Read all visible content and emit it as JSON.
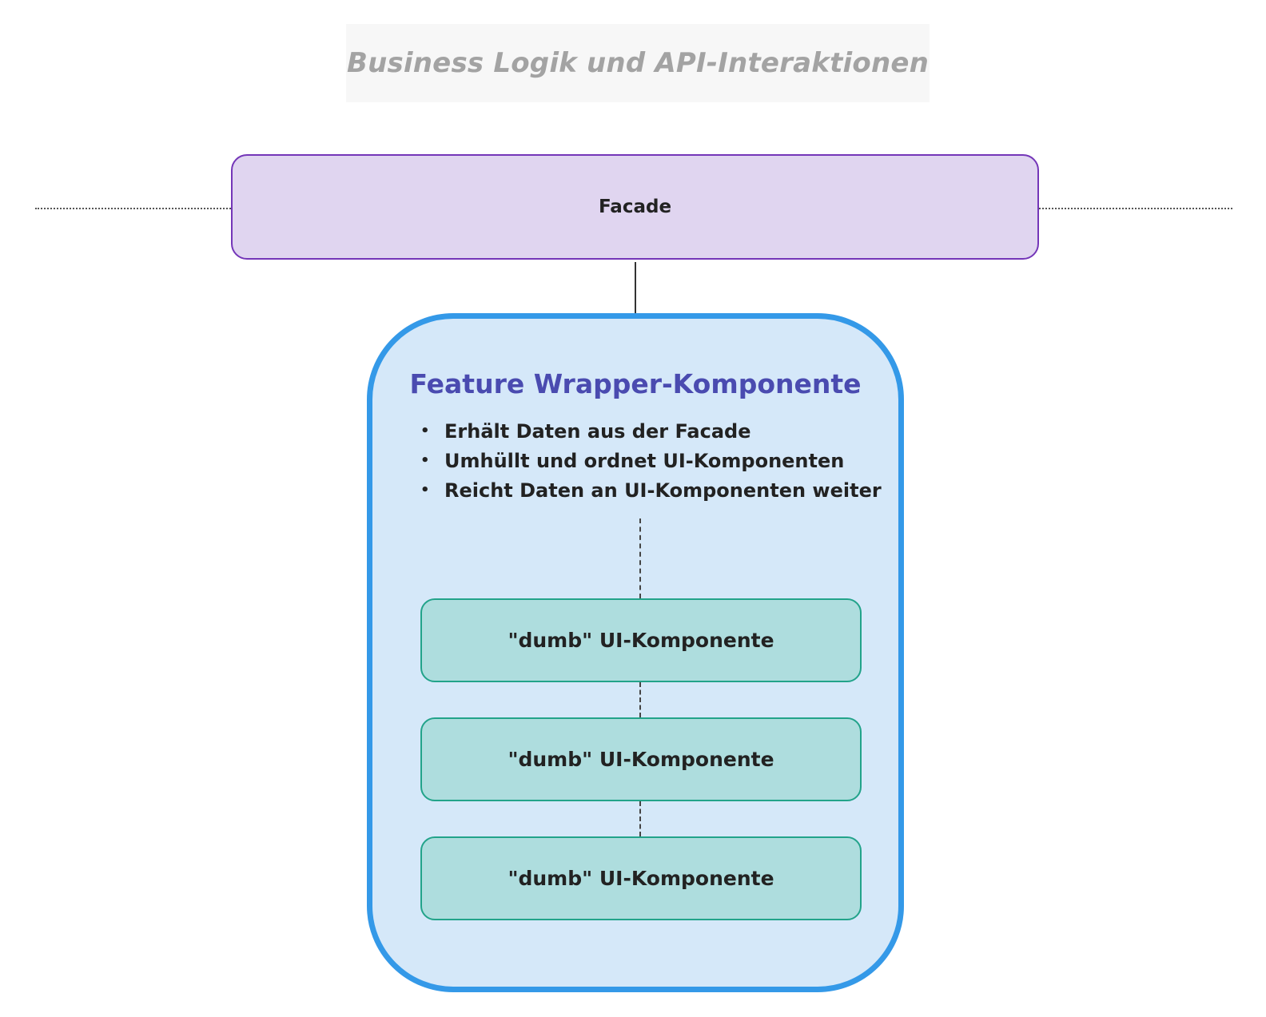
{
  "title": "Business Logik und API-Interaktionen",
  "facade": {
    "label": "Facade"
  },
  "wrapper": {
    "title": "Feature Wrapper-Komponente",
    "bullets": [
      "Erhält Daten aus der Facade",
      "Umhüllt und ordnet UI-Komponenten",
      "Reicht Daten an UI-Komponenten weiter"
    ],
    "bullet_symbol": "•"
  },
  "ui_components": [
    {
      "label": "\"dumb\" UI-Komponente"
    },
    {
      "label": "\"dumb\" UI-Komponente"
    },
    {
      "label": "\"dumb\" UI-Komponente"
    }
  ],
  "colors": {
    "facade_fill": "#e0d5f0",
    "facade_border": "#7436b8",
    "wrapper_fill": "#d5e8f9",
    "wrapper_border": "#3499e8",
    "wrapper_title": "#4a4bb0",
    "ui_fill": "#aeddde",
    "ui_border": "#22a38a",
    "title_text": "#a3a3a3"
  }
}
